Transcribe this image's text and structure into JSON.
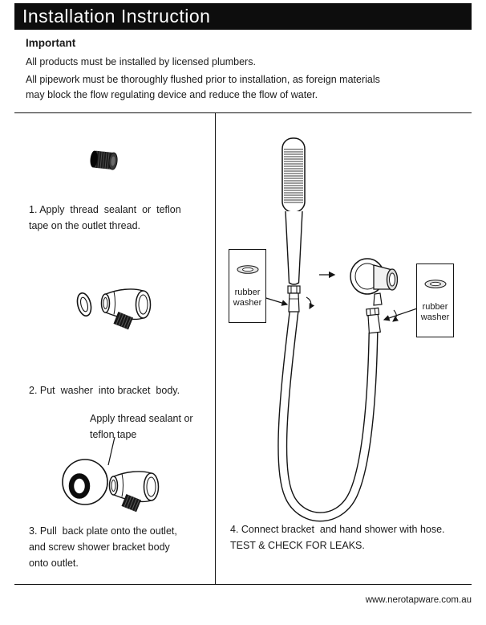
{
  "header": {
    "title": "Installation Instruction"
  },
  "intro": {
    "heading": "Important",
    "line1": "All products must be installed by licensed plumbers.",
    "line2": "All pipework must be thoroughly flushed prior to installation, as foreign materials\nmay block the flow regulating device and reduce the flow of water."
  },
  "steps": {
    "step1_text": "1. Apply  thread  sealant  or  teflon\ntape on the outlet thread.",
    "step2_text": "2. Put  washer  into bracket  body.",
    "step3_note": "Apply thread sealant or\nteflon tape",
    "step3_text": "3. Pull  back plate onto the outlet,\nand screw shower bracket body\nonto outlet.",
    "step4_text": "4. Connect bracket  and hand shower with hose.\nTEST & CHECK FOR LEAKS.",
    "washer_label_left": "rubber\nwasher",
    "washer_label_right": "rubber\nwasher"
  },
  "illustrations": {
    "step1": "outlet-nut-illustration",
    "step2": "washer-and-bracket-illustration",
    "step3": "backplate-and-bracket-illustration",
    "step4": "handshower-hose-bracket-illustration",
    "washer_icon": "rubber-washer-icon"
  },
  "colors": {
    "header_bg": "#0d0d0d",
    "line": "#141414"
  },
  "footer": {
    "website": "www.nerotapware.com.au"
  }
}
